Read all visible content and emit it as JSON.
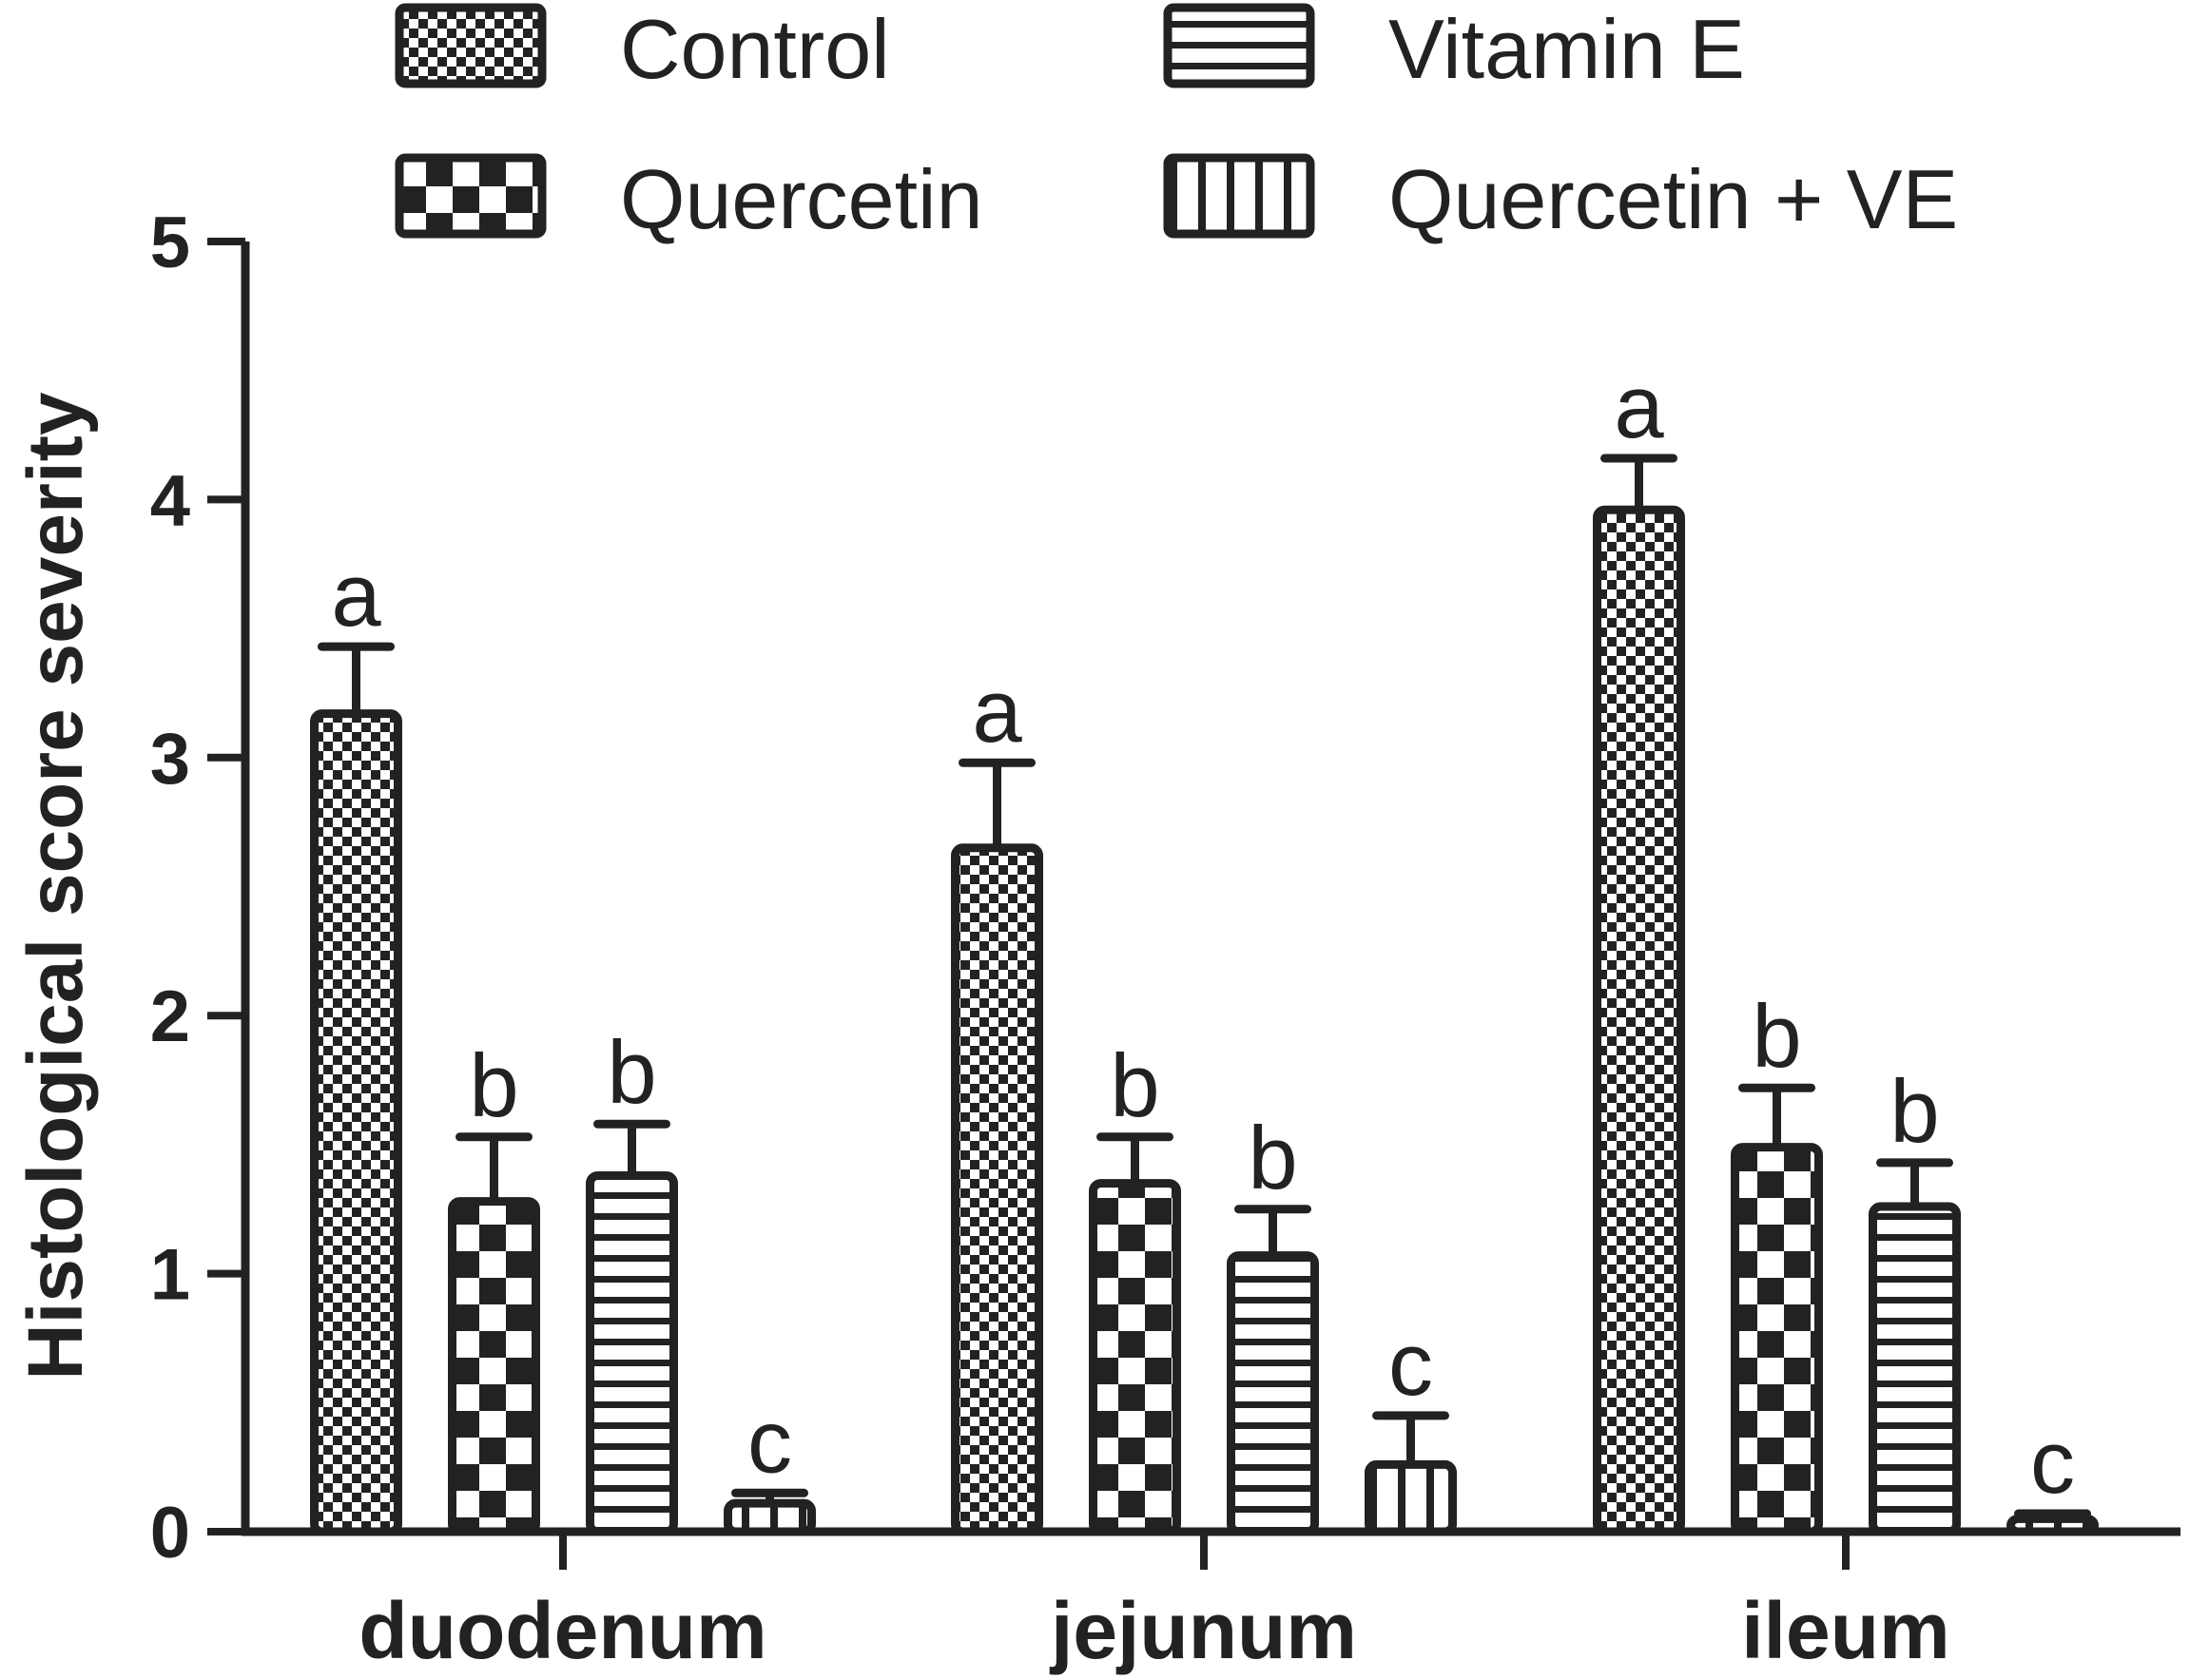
{
  "chart_data": {
    "type": "bar",
    "ylabel": "Histological score severity",
    "xlabel": "",
    "ylim": [
      0,
      5
    ],
    "yticks": [
      "0",
      "1",
      "2",
      "3",
      "4",
      "5"
    ],
    "categories": [
      "duodenum",
      "jejunum",
      "ileum"
    ],
    "legend_position": "top",
    "series": [
      {
        "name": "Control",
        "pattern": "fine-checker",
        "values": [
          3.17,
          2.65,
          3.96
        ],
        "errors": [
          0.26,
          0.33,
          0.2
        ],
        "labels": [
          "a",
          "a",
          "a"
        ]
      },
      {
        "name": "Quercetin",
        "pattern": "coarse-checker",
        "values": [
          1.28,
          1.35,
          1.49
        ],
        "errors": [
          0.25,
          0.18,
          0.23
        ],
        "labels": [
          "b",
          "b",
          "b"
        ]
      },
      {
        "name": "Vitamin E",
        "pattern": "horizontal-stripes",
        "values": [
          1.38,
          1.07,
          1.26
        ],
        "errors": [
          0.2,
          0.18,
          0.17
        ],
        "labels": [
          "b",
          "b",
          "b"
        ]
      },
      {
        "name": "Quercetin + VE",
        "pattern": "vertical-stripes",
        "values": [
          0.11,
          0.26,
          0.05
        ],
        "errors": [
          0.04,
          0.19,
          0.02
        ],
        "labels": [
          "c",
          "c",
          "c"
        ]
      }
    ],
    "colors": {
      "ink": "#222222",
      "background": "#ffffff"
    }
  }
}
